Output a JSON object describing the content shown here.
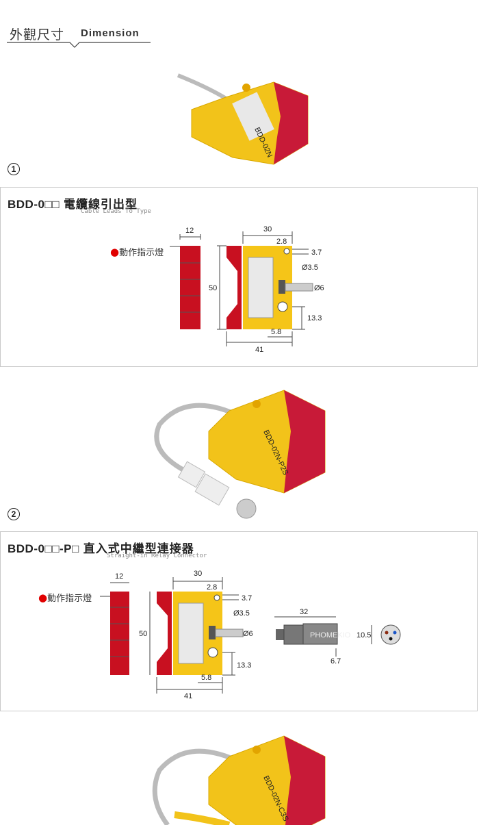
{
  "header": {
    "title_zh": "外觀尺寸",
    "title_en": "Dimension"
  },
  "photo1": {
    "model_label": "BDD-02N"
  },
  "photo2": {
    "model_label": "BDD-02N-P2S"
  },
  "photo3": {
    "model_label": "BDD-02N-C3S"
  },
  "section1": {
    "number": "1",
    "code": "BDD-0□□",
    "name_zh": "電纜線引出型",
    "name_en": "Cable Leads To Type",
    "indicator": "動作指示燈",
    "dims": {
      "w_total": "30",
      "d28": "2.8",
      "d37": "3.7",
      "hole": "Ø3.5",
      "cable": "Ø6",
      "d133": "13.3",
      "d58": "5.8",
      "w41": "41",
      "h50": "50",
      "led": "12"
    }
  },
  "section2": {
    "number": "2",
    "code": "BDD-0□□-P□",
    "name_zh": "直入式中繼型連接器",
    "name_en": "Straight-in Relay Connector",
    "indicator": "動作指示燈",
    "dims": {
      "w_total": "30",
      "d28": "2.8",
      "d37": "3.7",
      "hole": "Ø3.5",
      "cable": "Ø6",
      "d133": "13.3",
      "d58": "5.8",
      "w41": "41",
      "h50": "50",
      "led": "12",
      "conn_len": "32",
      "conn_d": "6.7",
      "pin": "10.5"
    }
  },
  "colors": {
    "yellow": "#f5c518",
    "red": "#c8102e",
    "indicator": "#e00000"
  }
}
